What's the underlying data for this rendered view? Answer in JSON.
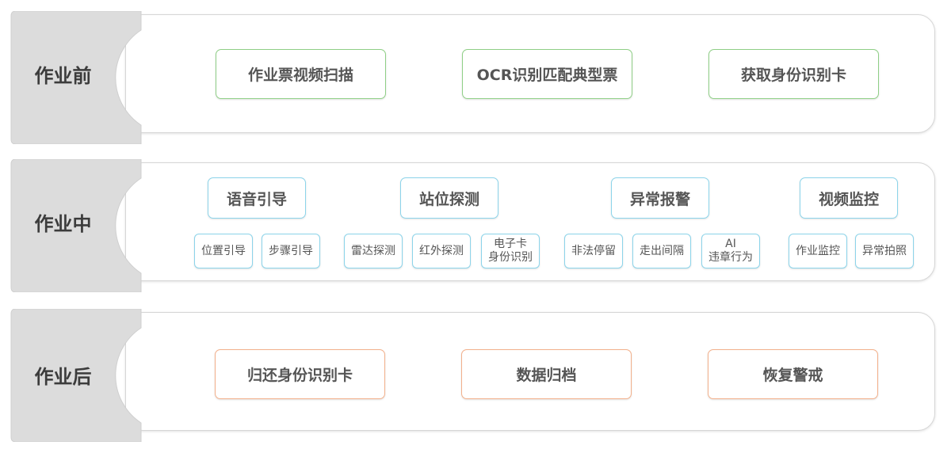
{
  "stages": [
    {
      "label": "作业前",
      "items": [
        "作业票视频扫描",
        "OCR识别匹配典型票",
        "获取身份识别卡"
      ]
    },
    {
      "label": "作业中",
      "groups": [
        {
          "title": "语音引导",
          "items": [
            "位置引导",
            "步骤引导"
          ]
        },
        {
          "title": "站位探测",
          "items": [
            "雷达探测",
            "红外探测",
            "电子卡\n身份识别"
          ]
        },
        {
          "title": "异常报警",
          "items": [
            "非法停留",
            "走出间隔",
            "AI\n违章行为"
          ]
        },
        {
          "title": "视频监控",
          "items": [
            "作业监控",
            "异常拍照"
          ]
        }
      ]
    },
    {
      "label": "作业后",
      "items": [
        "归还身份识别卡",
        "数据归档",
        "恢复警戒"
      ]
    }
  ],
  "colors": {
    "green": "#8fcf86",
    "blue": "#8cd4ea",
    "orange": "#f3b08b",
    "tab": "#dcdcdc"
  }
}
